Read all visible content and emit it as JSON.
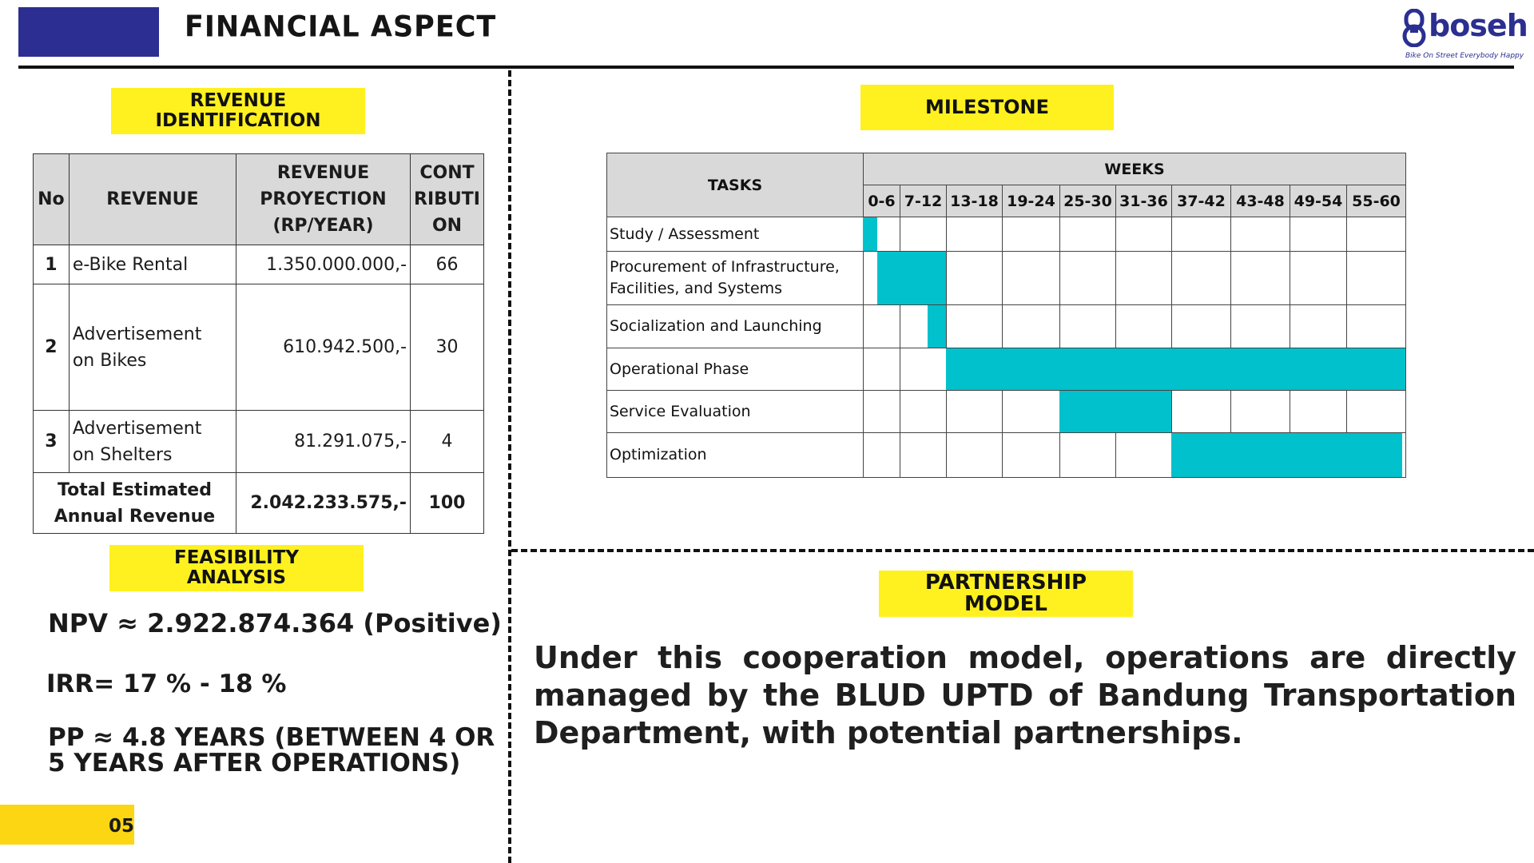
{
  "header": {
    "title": "FINANCIAL ASPECT",
    "logo": {
      "word": "boseh",
      "tagline": "Bike On Street Everybody Happy",
      "mark_icon": "bike-chain-icon"
    }
  },
  "colors": {
    "navy": "#2c2e92",
    "yellow": "#fff11f",
    "page_yellow": "#fcd612",
    "teal": "#00c1cc",
    "header_gray": "#d9d9d9"
  },
  "revenue": {
    "label": [
      "REVENUE",
      "IDENTIFICATION"
    ],
    "headers": {
      "no": "No",
      "revenue": "REVENUE",
      "projection": [
        "REVENUE",
        "PROYECTION",
        "(RP/YEAR)"
      ],
      "contribution": [
        "CONT",
        "RIBUTI",
        "ON"
      ]
    },
    "rows": [
      {
        "no": "1",
        "name": [
          "e-Bike Rental"
        ],
        "amount": "1.350.000.000,-",
        "contribution": "66"
      },
      {
        "no": "2",
        "name": [
          "Advertisement",
          "on Bikes"
        ],
        "amount": "610.942.500,-",
        "contribution": "30"
      },
      {
        "no": "3",
        "name": [
          "Advertisement",
          "on Shelters"
        ],
        "amount": "81.291.075,-",
        "contribution": "4"
      }
    ],
    "total": {
      "label": [
        "Total Estimated",
        "Annual Revenue"
      ],
      "amount": "2.042.233.575,-",
      "contribution": "100"
    }
  },
  "feasibility": {
    "label": [
      "FEASIBILITY",
      "ANALYSIS"
    ],
    "npv": "NPV ≈ 2.922.874.364 (Positive)",
    "irr": "IRR= 17 % - 18 %",
    "pp": [
      "PP ≈ 4.8 YEARS (BETWEEN 4 OR",
      "5  YEARS AFTER OPERATIONS)"
    ]
  },
  "milestone": {
    "label": "MILESTONE",
    "tasks_header": "TASKS",
    "weeks_header": "WEEKS",
    "weeks": [
      "0-6",
      "7-12",
      "13-18",
      "19-24",
      "25-30",
      "31-36",
      "37-42",
      "43-48",
      "49-54",
      "55-60"
    ],
    "tasks": [
      {
        "name": [
          "Study / Assessment"
        ],
        "start": 0,
        "end": 0.4
      },
      {
        "name": [
          "Procurement of Infrastructure,",
          "Facilities, and Systems"
        ],
        "start": 0.4,
        "end": 2
      },
      {
        "name": [
          "Socialization and Launching"
        ],
        "start": 1.6,
        "end": 2
      },
      {
        "name": [
          "Operational Phase"
        ],
        "start": 2,
        "end": 10
      },
      {
        "name": [
          "Service Evaluation"
        ],
        "start": 4,
        "end": 6
      },
      {
        "name": [
          "Optimization"
        ],
        "start": 6,
        "end": 9.95
      }
    ]
  },
  "partnership": {
    "label": [
      "PARTNERSHIP",
      "MODEL"
    ],
    "text": "Under this cooperation model, operations are directly managed by the BLUD UPTD of Bandung Transportation Department, with potential partnerships."
  },
  "page": {
    "number": "05"
  }
}
